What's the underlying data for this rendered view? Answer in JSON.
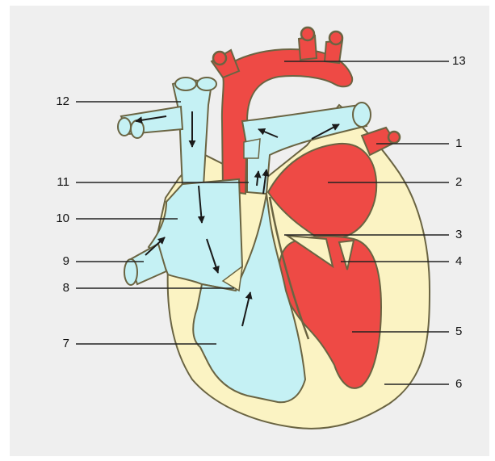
{
  "colors": {
    "background": "#efefef",
    "outer_wall": "#fbf3c3",
    "wall_outline": "#6a6442",
    "oxygenated": "#ee4a45",
    "deoxygenated": "#c5f1f4",
    "pointer_line": "#222222",
    "arrow": "#1a1a1a"
  },
  "labels": {
    "l1": "1",
    "l2": "2",
    "l3": "3",
    "l4": "4",
    "l5": "5",
    "l6": "6",
    "l7": "7",
    "l8": "8",
    "l9": "9",
    "l10": "10",
    "l11": "11",
    "l12": "12",
    "l13": "13"
  }
}
